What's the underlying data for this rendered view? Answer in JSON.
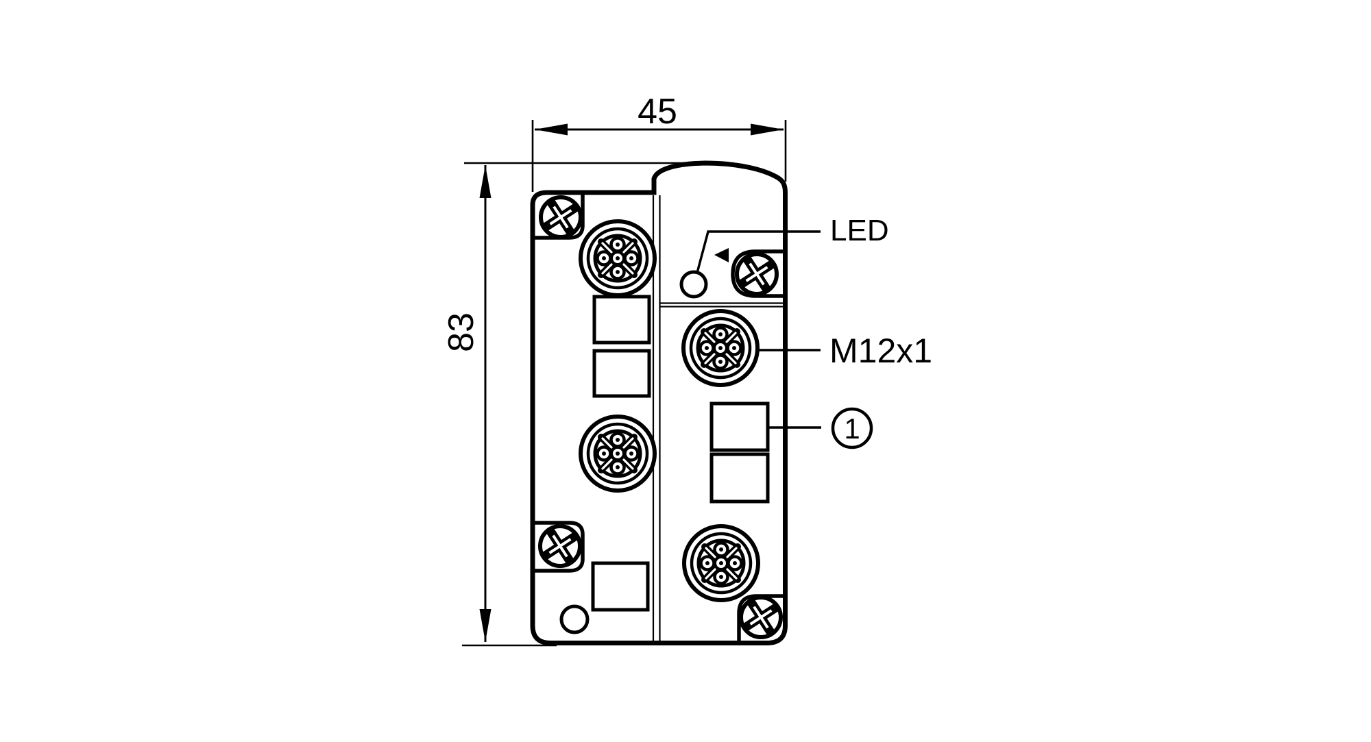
{
  "diagram": {
    "kind": "technical-dimension-drawing",
    "dimension_width": "45",
    "dimension_height": "83",
    "led_label": "LED",
    "connector_label": "M12x1",
    "callout_label": "1"
  },
  "colors": {
    "line": "#000000",
    "background": "#ffffff"
  }
}
